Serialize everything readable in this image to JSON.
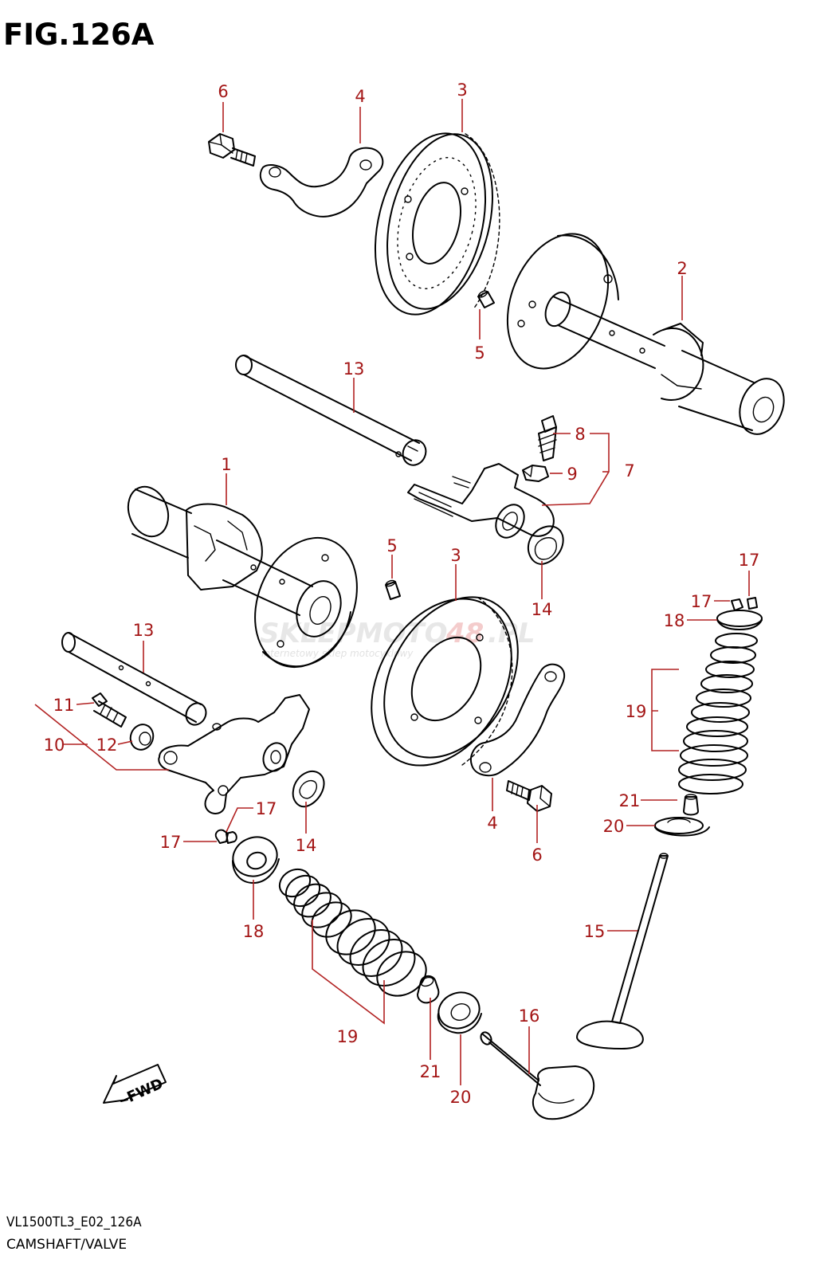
{
  "figure": {
    "title": "FIG.126A",
    "code": "VL1500TL3_E02_126A",
    "name": "CAMSHAFT/VALVE"
  },
  "watermark": {
    "text_a": "SKLEPMOTO",
    "text_b": "48",
    "text_c": ".PL",
    "subtext": "internetowy sklep motocyklowy"
  },
  "fwd_label": "FWD",
  "callouts": {
    "c6_top": "6",
    "c4_top": "4",
    "c3_top": "3",
    "c2": "2",
    "c5_top": "5",
    "c13_top": "13",
    "c8": "8",
    "c9": "9",
    "c7": "7",
    "c1": "1",
    "c5_mid": "5",
    "c3_mid": "3",
    "c14_right": "14",
    "c17_r1": "17",
    "c17_r2": "17",
    "c18_right": "18",
    "c13_left": "13",
    "c19_right": "19",
    "c11": "11",
    "c10": "10",
    "c12": "12",
    "c21_right": "21",
    "c20_right": "20",
    "c4_bot": "4",
    "c6_bot": "6",
    "c17_l1": "17",
    "c17_l2": "17",
    "c14_left": "14",
    "c15": "15",
    "c18_left": "18",
    "c19_left": "19",
    "c16": "16",
    "c21_left": "21",
    "c20_left": "20"
  }
}
